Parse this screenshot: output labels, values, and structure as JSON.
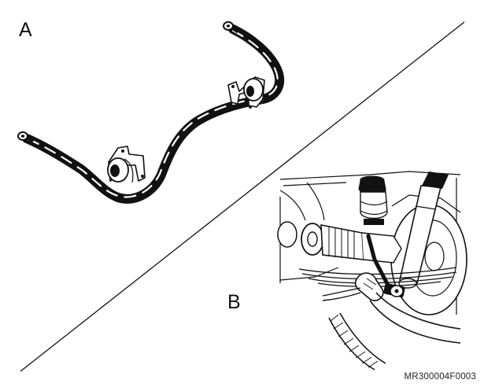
{
  "figure": {
    "panel_a_label": "A",
    "panel_b_label": "B",
    "figure_code": "MR300004F0003"
  },
  "colors": {
    "ink": "#111111",
    "background": "#ffffff"
  }
}
